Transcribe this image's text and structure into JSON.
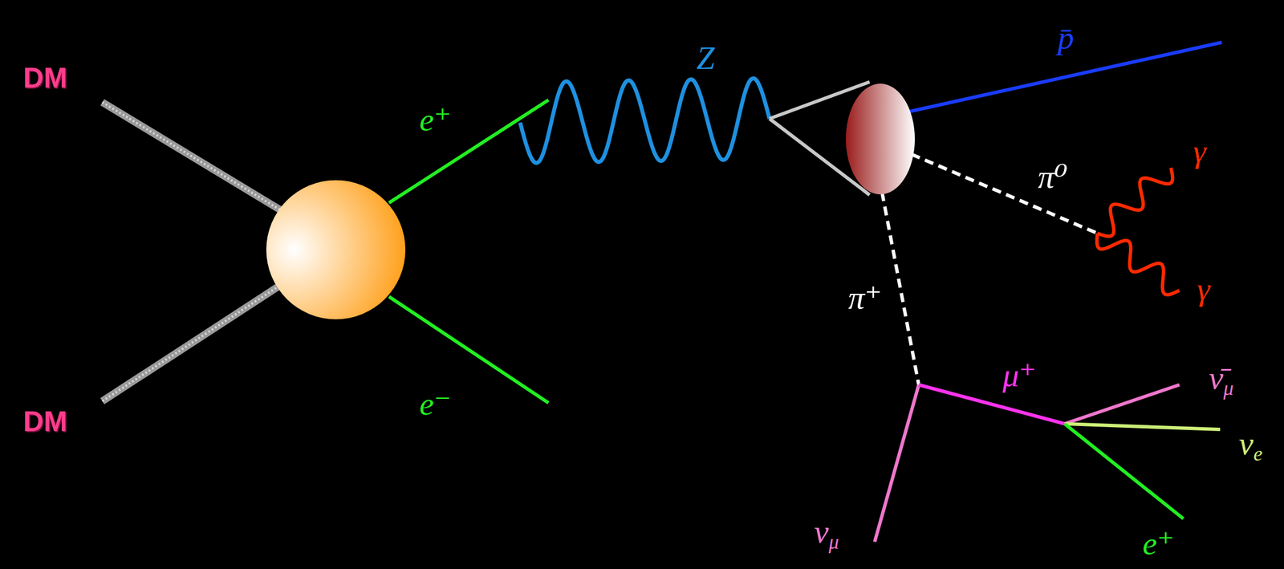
{
  "diagram": {
    "labels": [
      "DM",
      "DM",
      "e⁺",
      "e⁻",
      "Z",
      "p̄",
      "π⁰",
      "γ",
      "γ",
      "π⁺",
      "μ⁺",
      "ν̄μ",
      "νe",
      "νμ",
      "e⁺"
    ]
  }
}
